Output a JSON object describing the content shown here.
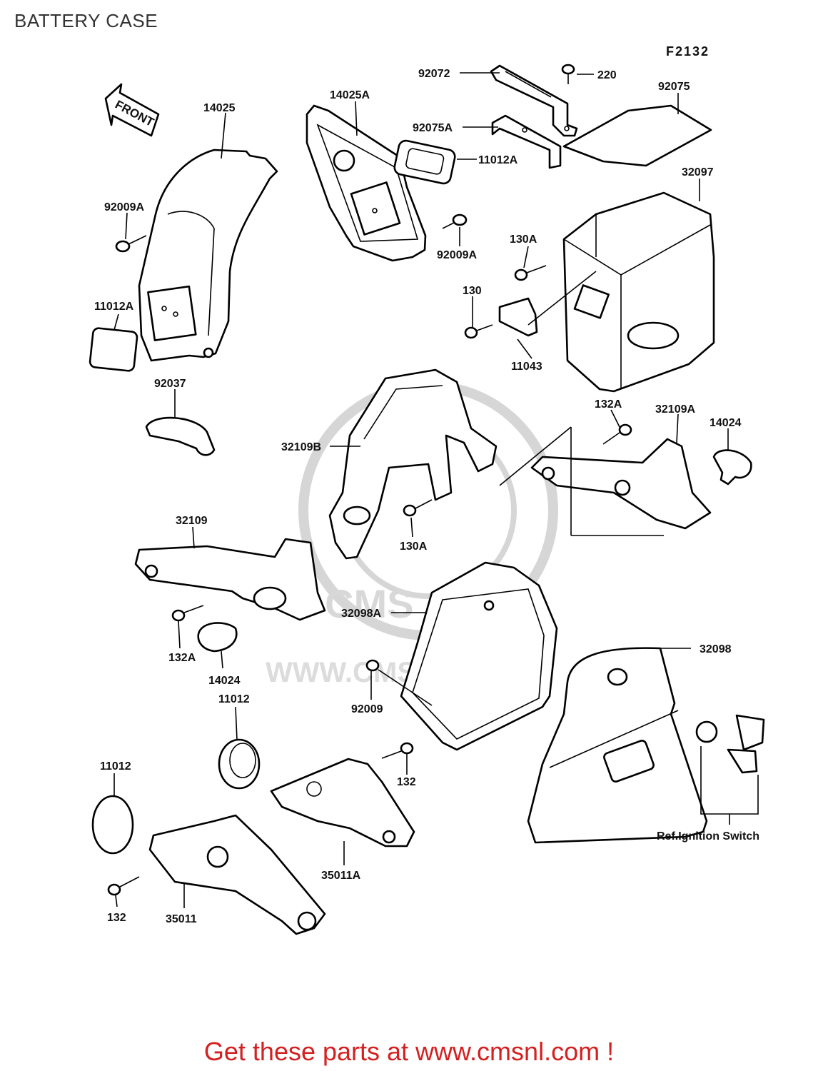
{
  "page": {
    "title": "BATTERY CASE",
    "figure_code": "F2132",
    "footer_text": "Get these parts at www.cmsnl.com !"
  },
  "watermark": {
    "logo_text": "CMS",
    "url_text": "WWW.CMSNL.COM"
  },
  "arrow": {
    "label": "FRONT"
  },
  "labels": {
    "p92072": "92072",
    "p220": "220",
    "p92075": "92075",
    "p14025": "14025",
    "p14025A": "14025A",
    "p92075A": "92075A",
    "p11012A_top": "11012A",
    "p32097": "32097",
    "p92009A_left": "92009A",
    "p92009A_mid": "92009A",
    "p130A_top": "130A",
    "p130": "130",
    "p11012A_left": "11012A",
    "p11043": "11043",
    "p92037": "92037",
    "p132A_right": "132A",
    "p32109A": "32109A",
    "p14024_right": "14024",
    "p32109B": "32109B",
    "p130A_mid": "130A",
    "p32109": "32109",
    "p32098A": "32098A",
    "p32098": "32098",
    "p132A_left": "132A",
    "p14024_left": "14024",
    "p11012_mid": "11012",
    "p92009": "92009",
    "p11012_low": "11012",
    "p132_mid": "132",
    "p35011A": "35011A",
    "p132_low": "132",
    "p35011": "35011",
    "ref_ignition": "Ref.Ignition Switch"
  }
}
